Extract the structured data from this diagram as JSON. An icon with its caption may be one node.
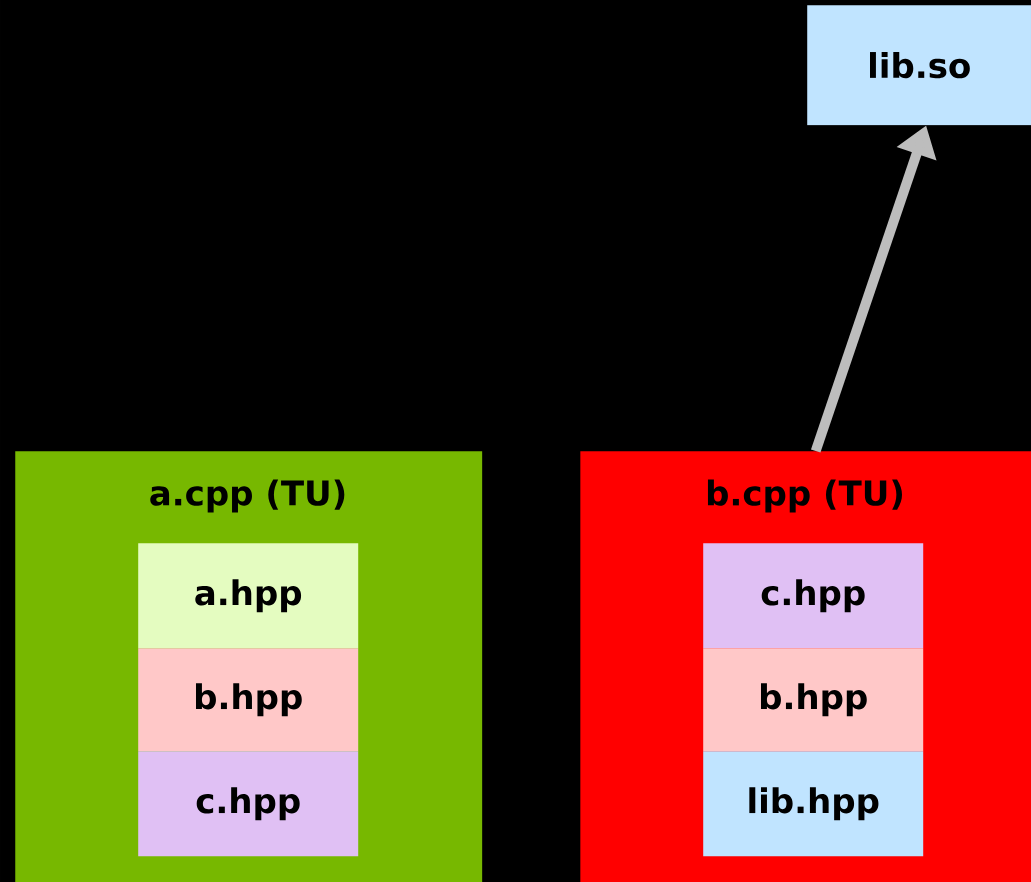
{
  "diagram": {
    "nodes": [
      {
        "text": [
          "lib.so"
        ]
      },
      {
        "text": [
          "a.cpp (TU)"
        ]
      },
      {
        "text": [
          "a.hpp"
        ],
        "in": 1
      },
      {
        "text": [
          "b.hpp"
        ],
        "in": 1
      },
      {
        "text": [
          "c.hpp"
        ],
        "in": 1
      },
      {
        "text": [
          "b.cpp (TU)"
        ]
      },
      {
        "text": [
          "c.hpp"
        ],
        "in": 5
      },
      {
        "text": [
          "b.hpp"
        ],
        "in": 5
      },
      {
        "text": [
          "lib.hpp"
        ],
        "in": 5
      }
    ],
    "edges": [
      {
        "from": 5,
        "to": 0,
        "arrow": "to",
        "color": "#bdbdbd"
      }
    ]
  }
}
